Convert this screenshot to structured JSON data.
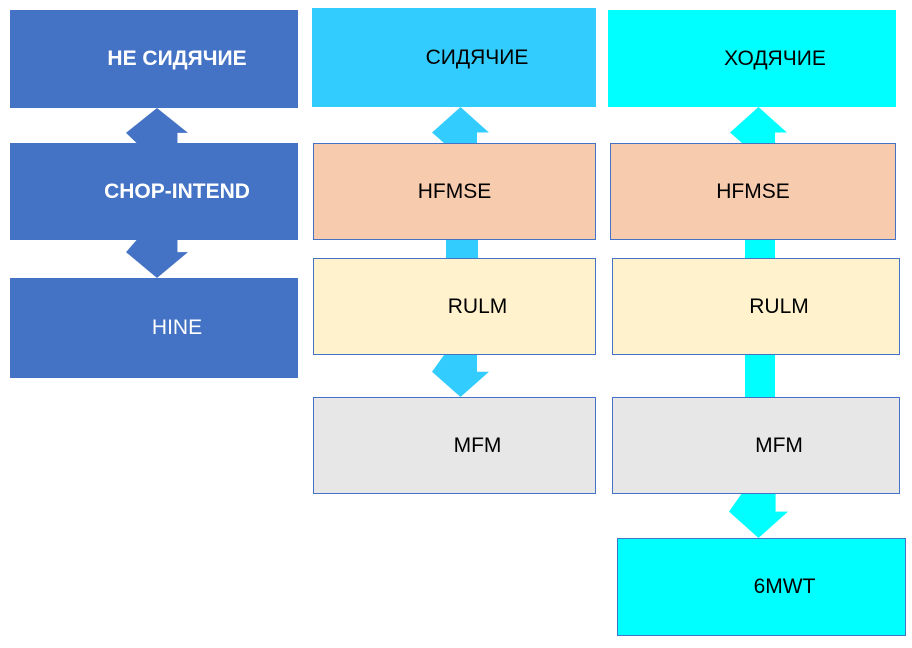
{
  "diagram": {
    "columns": {
      "nonsitters": {
        "header": "НЕ СИДЯЧИЕ",
        "items": {
          "box1": "CHOP-INTEND",
          "box2": "HINE"
        }
      },
      "sitters": {
        "header": "СИДЯЧИЕ",
        "items": {
          "box1": "HFMSE",
          "box2": "RULM",
          "box3": "MFM"
        }
      },
      "walkers": {
        "header": "ХОДЯЧИЕ",
        "items": {
          "box1": "HFMSE",
          "box2": "RULM",
          "box3": "MFM",
          "box4": "6MWT"
        }
      }
    },
    "colors": {
      "column1_fill": "#4472C4",
      "column2_fill": "#33CCFF",
      "column3_fill": "#00FFFF",
      "hfmse_fill": "#F7CBAD",
      "rulm_fill": "#FFF2CC",
      "mfm_fill": "#E8E7E7",
      "box_border": "#4472C4",
      "column1_text": "#FFFFFF",
      "body_text": "#000000"
    }
  }
}
